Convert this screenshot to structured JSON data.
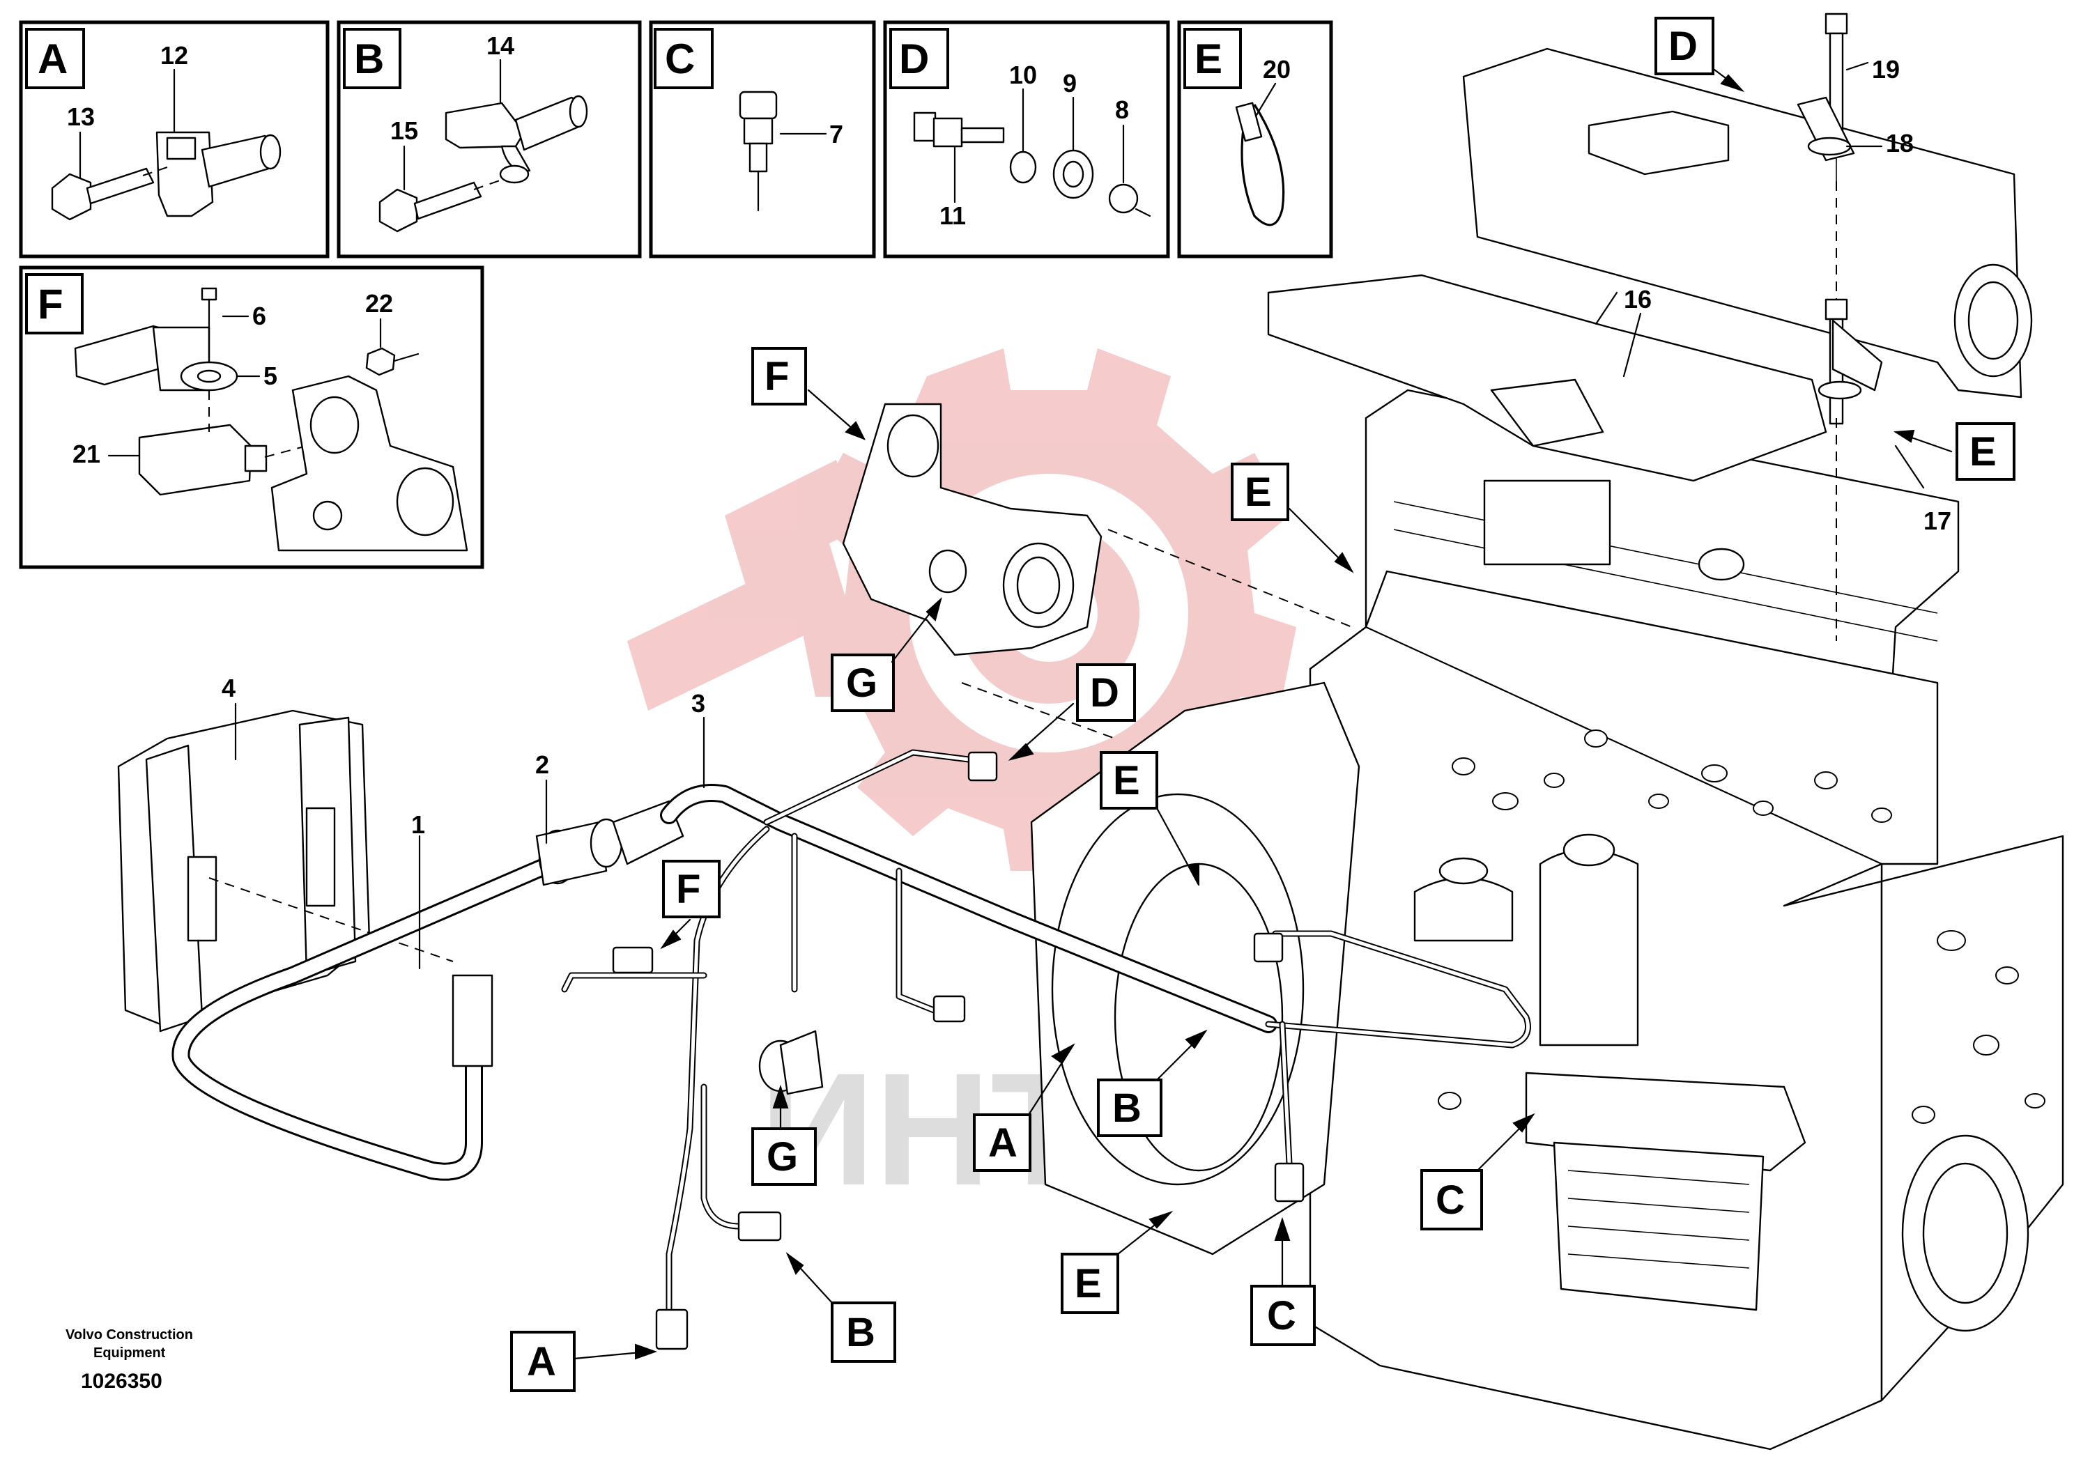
{
  "insets": [
    {
      "letter": "A",
      "parts": [
        "12",
        "13"
      ]
    },
    {
      "letter": "B",
      "parts": [
        "14",
        "15"
      ]
    },
    {
      "letter": "C",
      "parts": [
        "7"
      ]
    },
    {
      "letter": "D",
      "parts": [
        "10",
        "9",
        "8",
        "11"
      ]
    },
    {
      "letter": "E",
      "parts": [
        "20"
      ]
    },
    {
      "letter": "F",
      "parts": [
        "6",
        "22",
        "5",
        "21"
      ]
    }
  ],
  "main_parts": [
    "1",
    "2",
    "3",
    "4",
    "16",
    "17",
    "18",
    "19"
  ],
  "callouts": [
    "F",
    "G",
    "D",
    "E",
    "E",
    "D",
    "E",
    "F",
    "G",
    "A",
    "B",
    "C",
    "E",
    "C",
    "B",
    "A"
  ],
  "credit_line1": "Volvo Construction",
  "credit_line2": "Equipment",
  "doc_number": "1026350",
  "watermark_text": "ИНТЕХ",
  "colors": {
    "watermark": "#f3c2c2",
    "watermark_text": "#dddddd",
    "ink": "#000000"
  }
}
